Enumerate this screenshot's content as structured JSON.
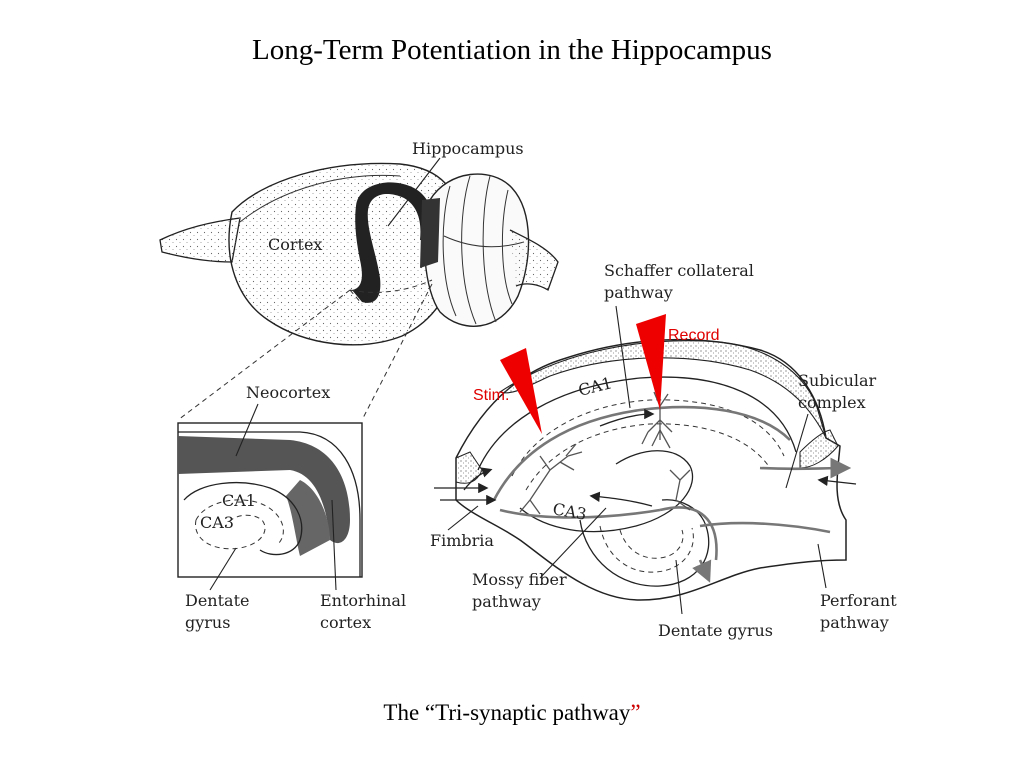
{
  "title": "Long-Term Potentiation in the Hippocampus",
  "caption": {
    "before": "The ",
    "open_quote": "“",
    "text": "Tri-synaptic pathway",
    "close_quote": "”"
  },
  "labels": {
    "hippocampus": "Hippocampus",
    "cortex": "Cortex",
    "neocortex": "Neocortex",
    "ca1_section": "CA1",
    "ca3_section": "CA3",
    "dentate_gyrus_section": [
      "Dentate",
      "gyrus"
    ],
    "entorhinal_cortex": [
      "Entorhinal",
      "cortex"
    ],
    "schaffer_collateral_pathway": [
      "Schaffer collateral",
      "pathway"
    ],
    "record": "Record",
    "stim": "Stim.",
    "ca1_slice": "CA1",
    "ca3_slice": "CA3",
    "subicular_complex": [
      "Subicular",
      "complex"
    ],
    "fimbria": "Fimbria",
    "mossy_fiber_pathway": [
      "Mossy fiber",
      "pathway"
    ],
    "dentate_gyrus_slice": "Dentate gyrus",
    "perforant_pathway": [
      "Perforant",
      "pathway"
    ]
  },
  "colors": {
    "electrode": "#ee0000",
    "annotation_text": "#e00000",
    "ink": "#222222"
  }
}
